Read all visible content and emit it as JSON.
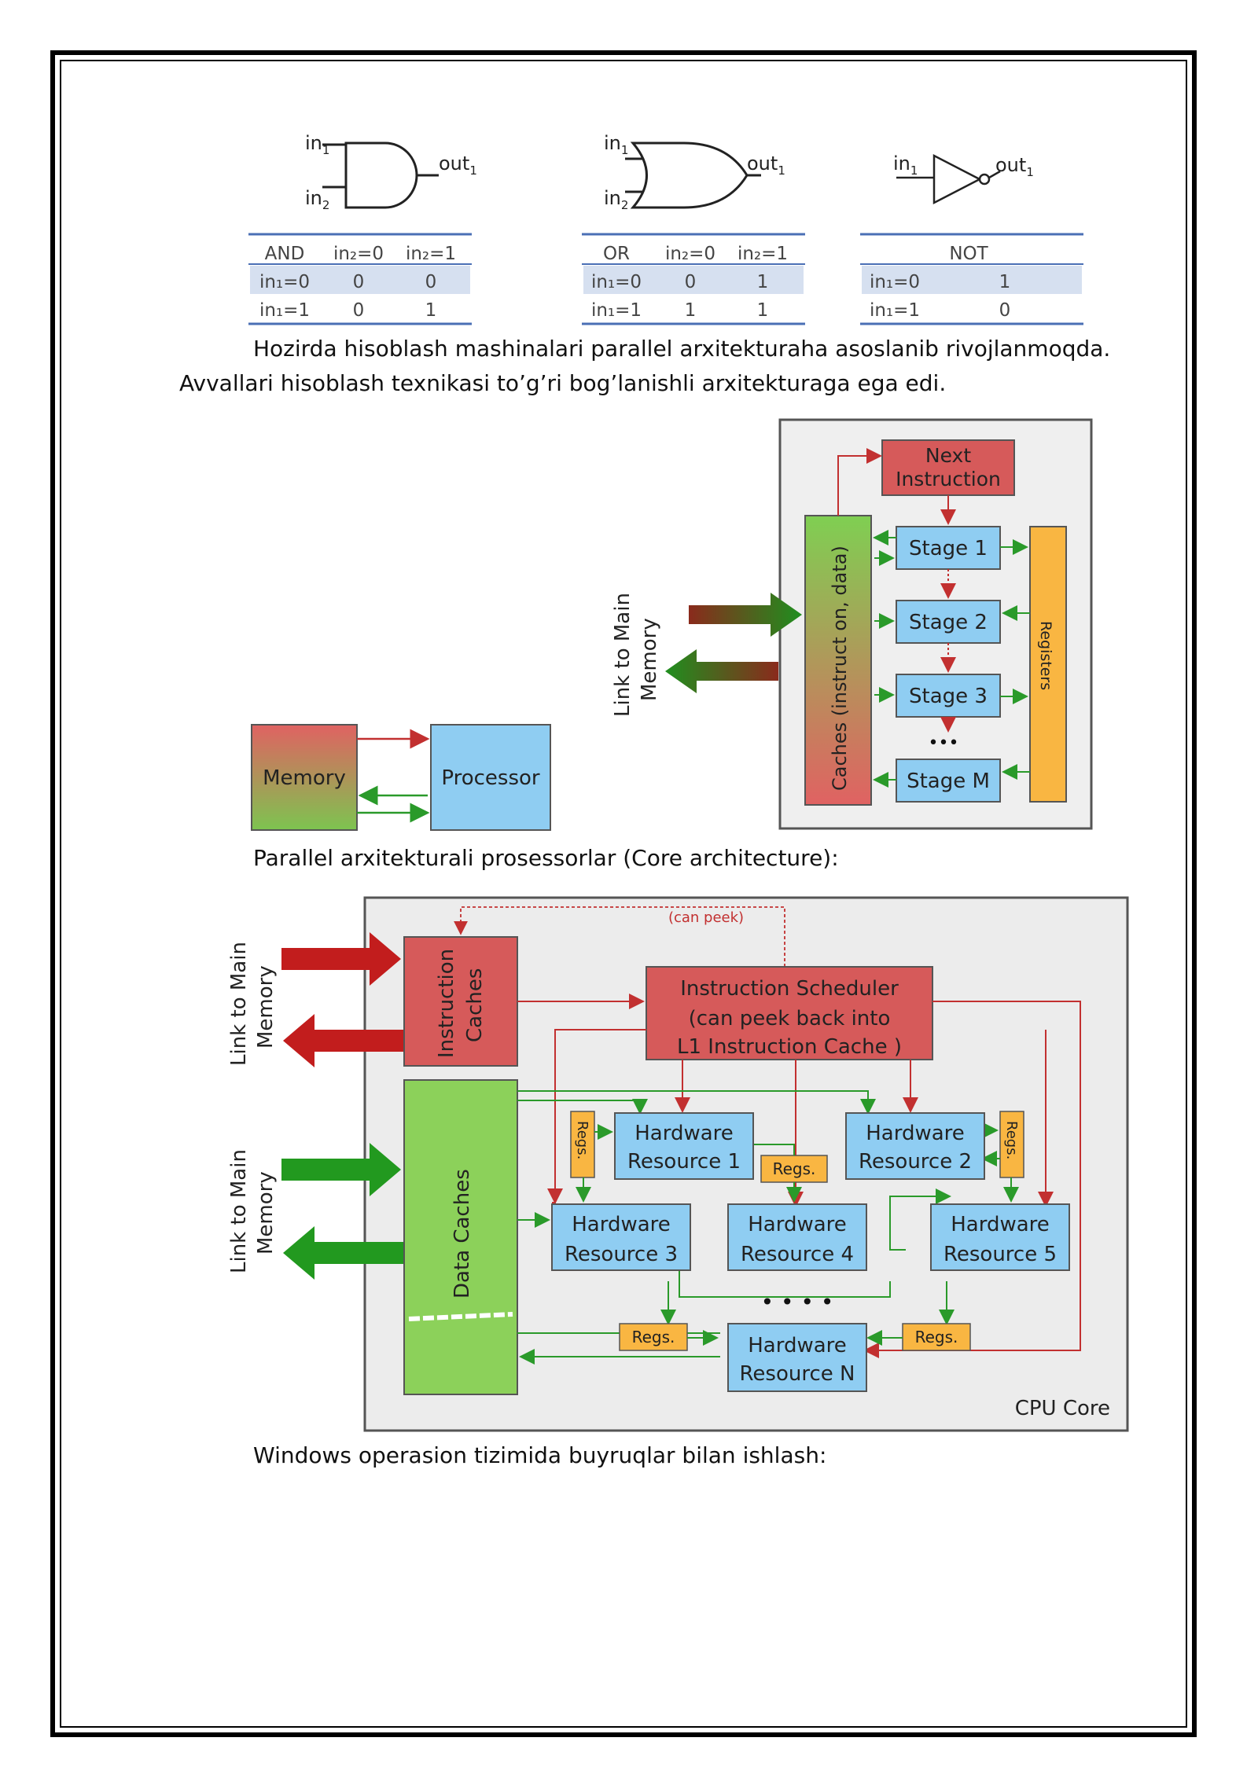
{
  "gates": [
    {
      "type": "AND",
      "input1": "in",
      "input2": "in",
      "output": "out",
      "table": {
        "headers": [
          "AND",
          "in₂=0",
          "in₂=1"
        ],
        "rows": [
          [
            "in₁=0",
            "0",
            "0"
          ],
          [
            "in₁=1",
            "0",
            "1"
          ]
        ]
      }
    },
    {
      "type": "OR",
      "input1": "in",
      "input2": "in",
      "output": "out",
      "table": {
        "headers": [
          "OR",
          "in₂=0",
          "in₂=1"
        ],
        "rows": [
          [
            "in₁=0",
            "0",
            "1"
          ],
          [
            "in₁=1",
            "1",
            "1"
          ]
        ]
      }
    },
    {
      "type": "NOT",
      "input1": "in",
      "output": "out",
      "table": {
        "headers": [
          "NOT"
        ],
        "rows": [
          [
            "in₁=0",
            "1"
          ],
          [
            "in₁=1",
            "0"
          ]
        ]
      }
    }
  ],
  "paragraph1": "Hozirda hisoblash mashinalari parallel arxitekturaha asoslanib rivojlanmoqda. Avvallari hisoblash texnikasi to’g’ri  bog’lanishli arxitekturaga  ega edi.",
  "simple_diagram": {
    "memory": "Memory",
    "processor": "Processor"
  },
  "pipeline_diagram": {
    "link_line1": "Link to Main",
    "link_line2": "Memory",
    "caches": "Caches (instruct on, data)",
    "next1": "Next",
    "next2": "Instruction",
    "stages": [
      "Stage 1",
      "Stage 2",
      "Stage 3",
      "Stage M"
    ],
    "dots": "•••",
    "registers": "Registers"
  },
  "caption1": "Parallel arxitekturali  prosessorlar  (Core architecture):",
  "core_diagram": {
    "link_line1": "Link to Main",
    "link_line2": "Memory",
    "can_peek": "(can peek)",
    "instruction_caches_line1": "Instruction",
    "instruction_caches_line2": "Caches",
    "scheduler_line1": "Instruction Scheduler",
    "scheduler_line2": "(can peek back into",
    "scheduler_line3": "L1 Instruction Cache )",
    "data_caches": "Data Caches",
    "hardware_word": "Hardware",
    "resources": [
      "Resource 1",
      "Resource 2",
      "Resource 3",
      "Resource 4",
      "Resource 5",
      "Resource N"
    ],
    "regs": "Regs.",
    "dots": "• • • •",
    "cpu_core": "CPU Core"
  },
  "caption2": "Windows  operasion  tizimida  buyruqlar  bilan  ishlash:",
  "colors": {
    "red_block": "#d65a5a",
    "blue_block": "#8fcdf2",
    "green_block": "#8cd15a",
    "orange_regs": "#f9b642",
    "dark_red_arrow": "#c21d1d",
    "dark_green_arrow": "#22991f",
    "table_line": "#4a6fb5",
    "table_row_fill": "#d6e0f0"
  }
}
